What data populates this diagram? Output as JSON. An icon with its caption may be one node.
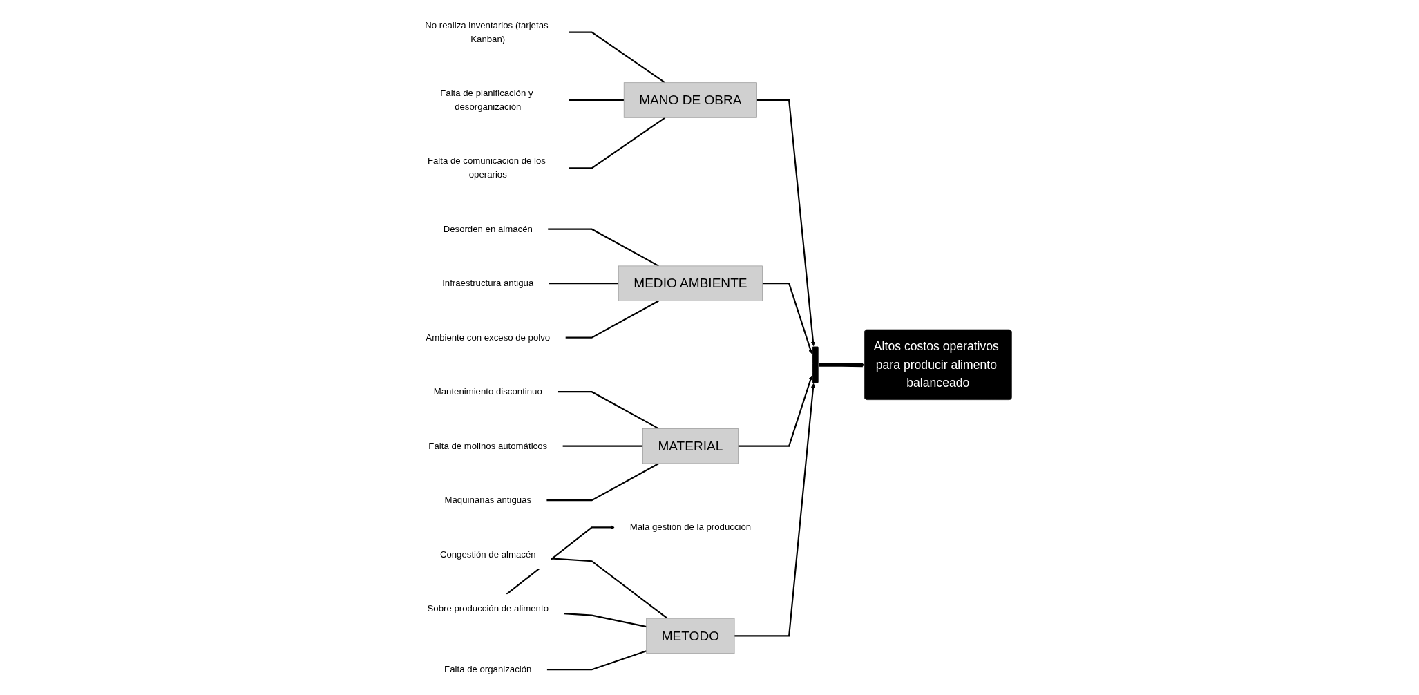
{
  "diagram": {
    "nodes": [
      {
        "text": [
          "MANO DE OBRA"
        ]
      },
      {
        "text": [
          "No realiza inventarios (tarjetas Kanban)"
        ]
      },
      {
        "text": [
          "Falta de planificación y desorganización"
        ]
      },
      {
        "text": [
          "Falta de comunicación de los operarios"
        ]
      },
      {
        "text": [
          "MEDIO AMBIENTE"
        ]
      },
      {
        "text": [
          "Desorden en almacén"
        ]
      },
      {
        "text": [
          "Infraestructura antigua"
        ]
      },
      {
        "text": [
          "Ambiente con exceso de polvo"
        ]
      },
      {
        "text": [],
        "shape": "bar"
      },
      {
        "text": [
          "Altos costos operativos para producir alimento balanceado"
        ]
      },
      {
        "text": [
          "Mantenimiento discontinuo"
        ]
      },
      {
        "text": [
          "Falta de molinos automáticos"
        ]
      },
      {
        "text": [
          "Maquinarias antiguas"
        ]
      },
      {
        "text": [
          "MATERIAL"
        ]
      },
      {
        "text": [
          "Congestión de almacén"
        ]
      },
      {
        "text": [
          "Sobre producción de alimento"
        ]
      },
      {
        "text": [
          "Falta de organización"
        ]
      },
      {
        "text": [
          "Mala gestión de la producción"
        ]
      },
      {
        "text": [
          "METODO"
        ]
      }
    ],
    "edges": [
      {
        "from": 1,
        "to": 0,
        "arrow": "none"
      },
      {
        "from": 2,
        "to": 0,
        "arrow": "none"
      },
      {
        "from": 3,
        "to": 0,
        "arrow": "none"
      },
      {
        "from": 0,
        "to": 8,
        "arrow": "to"
      },
      {
        "from": 5,
        "to": 4,
        "arrow": "none"
      },
      {
        "from": 6,
        "to": 4,
        "arrow": "none"
      },
      {
        "from": 7,
        "to": 4,
        "arrow": "none"
      },
      {
        "from": 4,
        "to": 8,
        "arrow": "to"
      },
      {
        "from": 8,
        "to": 9,
        "arrow": "to",
        "style": "thick"
      },
      {
        "from": 10,
        "to": 13,
        "arrow": "none"
      },
      {
        "from": 11,
        "to": 13,
        "arrow": "none"
      },
      {
        "from": 12,
        "to": 13,
        "arrow": "none"
      },
      {
        "from": 13,
        "to": 8,
        "arrow": "to"
      },
      {
        "from": 14,
        "to": 18,
        "arrow": "none"
      },
      {
        "from": 15,
        "to": 18,
        "arrow": "none"
      },
      {
        "from": 16,
        "to": 18,
        "arrow": "none"
      },
      {
        "from": 18,
        "to": 8,
        "arrow": "to"
      },
      {
        "from": 15,
        "to": 17,
        "arrow": "to"
      }
    ]
  }
}
